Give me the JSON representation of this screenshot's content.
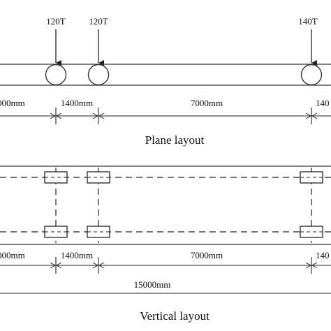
{
  "plane_layout": {
    "caption": "Plane layout",
    "loads": [
      "120T",
      "120T",
      "140T"
    ],
    "dimensions": [
      "000mm",
      "1400mm",
      "7000mm",
      "140"
    ]
  },
  "vertical_layout": {
    "caption": "Vertical layout",
    "dimensions": [
      "000mm",
      "1400mm",
      "7000mm",
      "140"
    ],
    "overall_dimension": "15000mm"
  }
}
